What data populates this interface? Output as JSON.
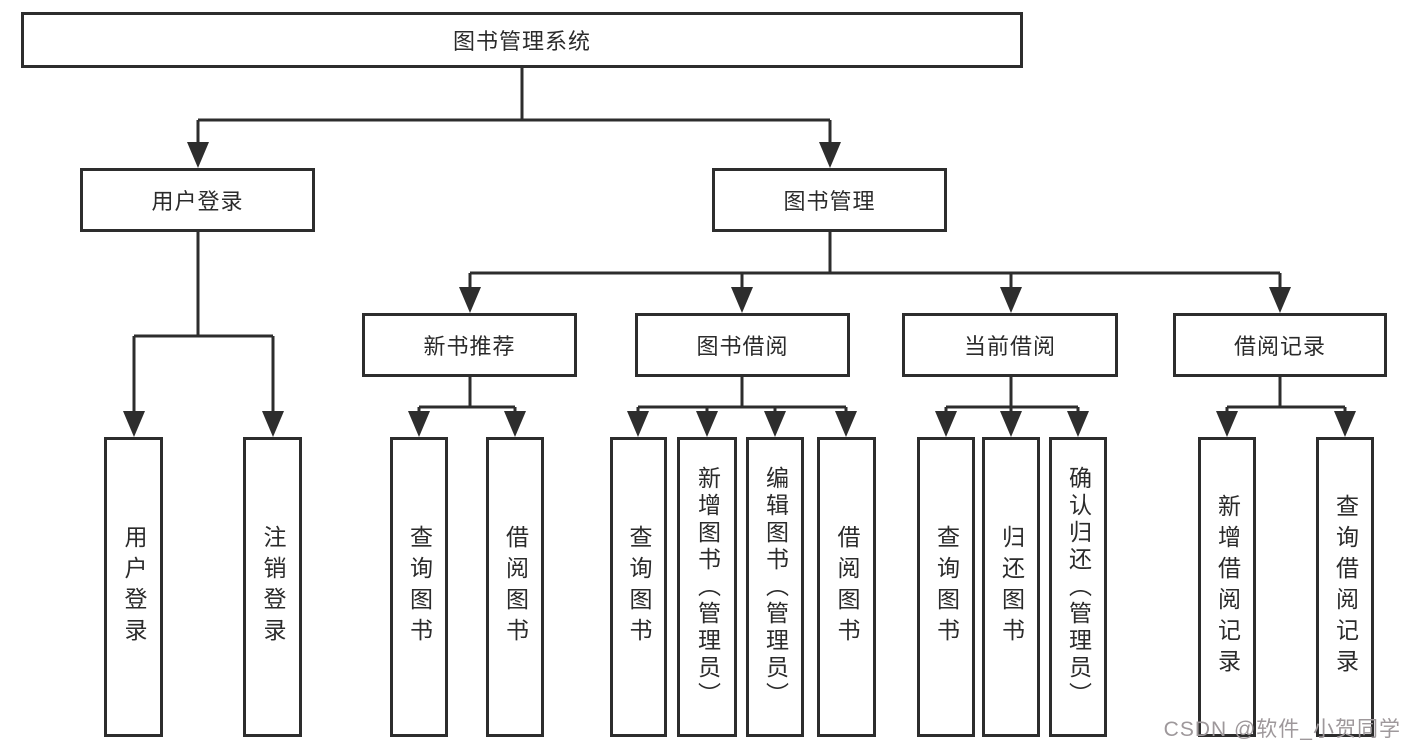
{
  "tree": {
    "root": {
      "label": "图书管理系统"
    },
    "branches": [
      {
        "label": "用户登录",
        "children": [
          {
            "label": "用户登录"
          },
          {
            "label": "注销登录"
          }
        ]
      },
      {
        "label": "图书管理",
        "groups": [
          {
            "label": "新书推荐",
            "children": [
              {
                "label": "查询图书"
              },
              {
                "label": "借阅图书"
              }
            ]
          },
          {
            "label": "图书借阅",
            "children": [
              {
                "label": "查询图书"
              },
              {
                "label": "新增图书（管理员）"
              },
              {
                "label": "编辑图书（管理员）"
              },
              {
                "label": "借阅图书"
              }
            ]
          },
          {
            "label": "当前借阅",
            "children": [
              {
                "label": "查询图书"
              },
              {
                "label": "归还图书"
              },
              {
                "label": "确认归还（管理员）"
              }
            ]
          },
          {
            "label": "借阅记录",
            "children": [
              {
                "label": "新增借阅记录"
              },
              {
                "label": "查询借阅记录"
              }
            ]
          }
        ]
      }
    ]
  },
  "watermark": {
    "text": "CSDN @软件_小贺同学"
  },
  "colors": {
    "line": "#2d2d2d",
    "text": "#2b2b2b",
    "watermark": "#9e989b",
    "background": "#ffffff"
  }
}
